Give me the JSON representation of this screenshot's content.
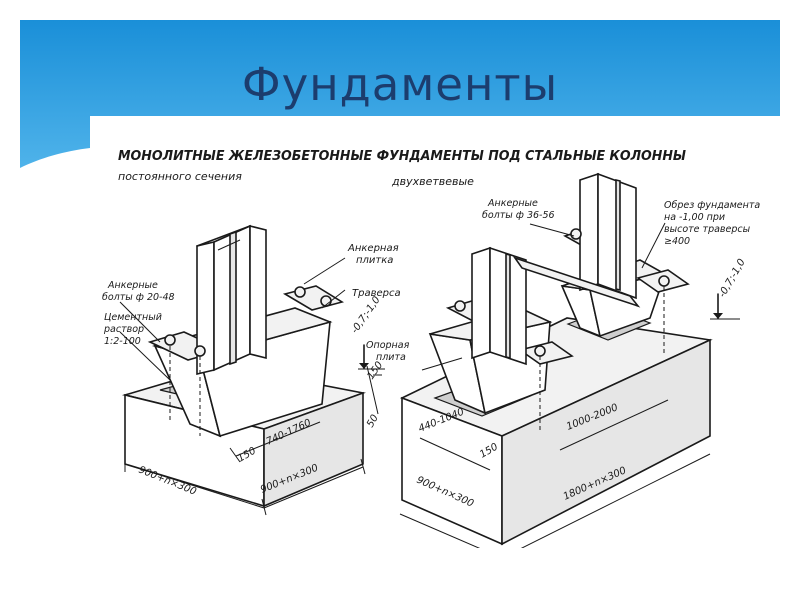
{
  "slide": {
    "title": "Фундаменты",
    "colors": {
      "banner_top": "#1a8fd8",
      "banner_bottom": "#4fb3ea",
      "title": "#1c3d6e",
      "ink": "#1a1a1a"
    }
  },
  "figure": {
    "heading_line1": "МОНОЛИТНЫЕ ЖЕЛЕЗОБЕТОННЫЕ ФУНДАМЕНТЫ ПОД СТАЛЬНЫЕ КОЛОННЫ",
    "heading_line2": "постоянного сечения",
    "heading_right": "двухветвевые",
    "left": {
      "anchor_plate_line1": "Анкерная",
      "anchor_plate_line2": "плитка",
      "traverse": "Траверса",
      "anchor_bolts_line1": "Анкерные",
      "anchor_bolts_line2": "болты ф 20-48",
      "mortar_line1": "Цементный",
      "mortar_line2": "раствор",
      "mortar_line3": "1:2-100",
      "level": "-0,7;-1,0",
      "dim_150": "150",
      "dim_50": "50",
      "dim_plate_150": "150",
      "dim_740": "740-1760",
      "dim_width": "900+n×300",
      "dim_length": "900+n×300"
    },
    "right": {
      "anchor_bolts_line1": "Анкерные",
      "anchor_bolts_line2": "болты ф 36-56",
      "trim_line1": "Обрез фундамента",
      "trim_line2": "на -1,00 при",
      "trim_line3": "высоте траверсы",
      "trim_line4": "≥400",
      "support_plate_line1": "Опорная",
      "support_plate_line2": "плита",
      "level": "-0,7;-1,0",
      "dim_1000": "1000-2000",
      "dim_440": "440-1040",
      "dim_150": "150",
      "dim_width": "900+n×300",
      "dim_length": "1800+n×300"
    }
  }
}
